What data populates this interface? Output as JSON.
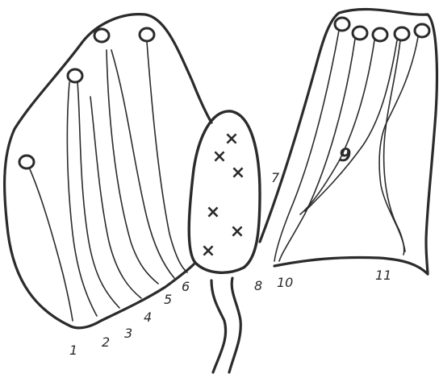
{
  "diagram": {
    "labels": {
      "n1": "1",
      "n2": "2",
      "n3": "3",
      "n4": "4",
      "n5": "5",
      "n6": "6",
      "n7": "7",
      "n8": "8",
      "n9": "9",
      "n10": "10",
      "n11": "11"
    },
    "marks": {
      "cross": "×"
    },
    "colors": {
      "ink": "#2b2b2b",
      "paper": "#ffffff"
    }
  }
}
